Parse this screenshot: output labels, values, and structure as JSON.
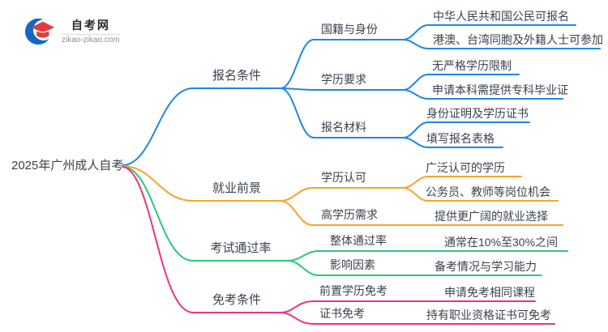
{
  "logo": {
    "site_name": "自考网",
    "site_url": "zikao-zikao.com"
  },
  "root": {
    "label": "2025年广州成人自考"
  },
  "colors": {
    "blue": "#1E88E5",
    "orange": "#F7A42A",
    "green": "#2BC878",
    "pink": "#F2317C",
    "logo_blue": "#1467C4",
    "logo_red": "#E23B3B",
    "text": "#3A424D"
  },
  "branches": [
    {
      "label": "报名条件",
      "color": "blue",
      "children": [
        {
          "label": "国籍与身份",
          "children": [
            {
              "label": "中华人民共和国公民可报名"
            },
            {
              "label": "港澳、台湾同胞及外籍人士可参加"
            }
          ]
        },
        {
          "label": "学历要求",
          "children": [
            {
              "label": "无严格学历限制"
            },
            {
              "label": "申请本科需提供专科毕业证"
            }
          ]
        },
        {
          "label": "报名材料",
          "children": [
            {
              "label": "身份证明及学历证书"
            },
            {
              "label": "填写报名表格"
            }
          ]
        }
      ]
    },
    {
      "label": "就业前景",
      "color": "orange",
      "children": [
        {
          "label": "学历认可",
          "children": [
            {
              "label": "广泛认可的学历"
            },
            {
              "label": "公务员、教师等岗位机会"
            }
          ]
        },
        {
          "label": "高学历需求",
          "children": [
            {
              "label": "提供更广阔的就业选择"
            }
          ]
        }
      ]
    },
    {
      "label": "考试通过率",
      "color": "green",
      "children": [
        {
          "label": "整体通过率",
          "children": [
            {
              "label": "通常在10%至30%之间"
            }
          ]
        },
        {
          "label": "影响因素",
          "children": [
            {
              "label": "备考情况与学习能力"
            }
          ]
        }
      ]
    },
    {
      "label": "免考条件",
      "color": "pink",
      "children": [
        {
          "label": "前置学历免考",
          "children": [
            {
              "label": "申请免考相同课程"
            }
          ]
        },
        {
          "label": "证书免考",
          "children": [
            {
              "label": "持有职业资格证书可免考"
            }
          ]
        }
      ]
    }
  ]
}
